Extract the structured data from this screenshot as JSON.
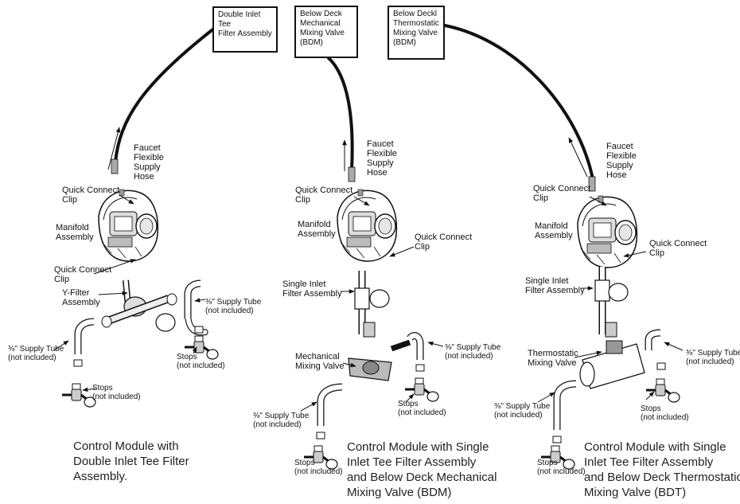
{
  "boxes": {
    "dit": [
      "Double Inlet Tee",
      "Filter Assembly"
    ],
    "bdm": [
      "Below Deck",
      "Mechanical",
      "Mixing Valve",
      "(BDM)"
    ],
    "bdt": [
      "Below Deckl",
      "Thermostatic",
      "Mixing Valve",
      "(BDM)"
    ]
  },
  "labels": {
    "faucet_hose": [
      "Faucet",
      "Flexible",
      "Supply",
      "Hose"
    ],
    "quick_connect_clip": [
      "Quick Connect",
      "Clip"
    ],
    "manifold_assembly": [
      "Manifold",
      "Assembly"
    ],
    "y_filter_assembly": [
      "Y-Filter",
      "Assembly"
    ],
    "single_inlet_filter": [
      "Single Inlet",
      "Filter Assembly"
    ],
    "supply_tube": [
      "⅜\" Supply Tube",
      "(not included)"
    ],
    "stops": [
      "Stops",
      "(not included)"
    ],
    "mechanical_mixing_valve": [
      "Mechanical",
      "Mixing Valve"
    ],
    "thermostatic_mixing_valve": [
      "Thermostatic",
      "Mixing Valve"
    ]
  },
  "captions": {
    "left": [
      "Control Module with",
      "Double Inlet Tee Filter",
      "Assembly."
    ],
    "middle": [
      "Control Module with Single",
      "Inlet Tee Filter Assembly",
      "and Below Deck Mechanical",
      "Mixing Valve (BDM)"
    ],
    "right": [
      "Control Module with Single",
      "Inlet Tee Filter Assembly",
      "and Below Deck Thermostatic",
      "Mixing Valve (BDT)"
    ]
  }
}
